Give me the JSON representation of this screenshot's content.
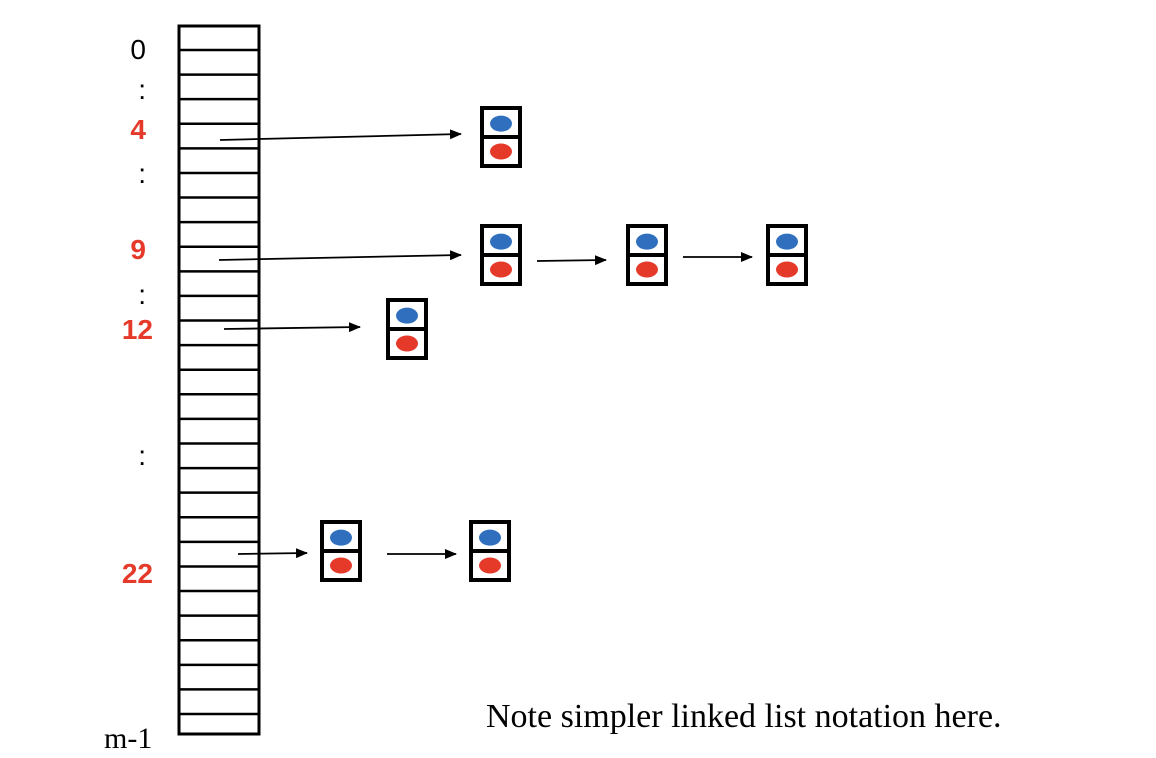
{
  "labels": {
    "top": "0",
    "dot1": ":",
    "i4": "4",
    "dot2": ":",
    "i9": "9",
    "dot3": ":",
    "i12": "12",
    "dot4": ":",
    "i22": "22",
    "last": "m-1"
  },
  "note": "Note simpler linked list notation here.",
  "colors": {
    "key": "#2f6fbe",
    "value": "#e53a2a",
    "label_red": "#e53a2a"
  }
}
